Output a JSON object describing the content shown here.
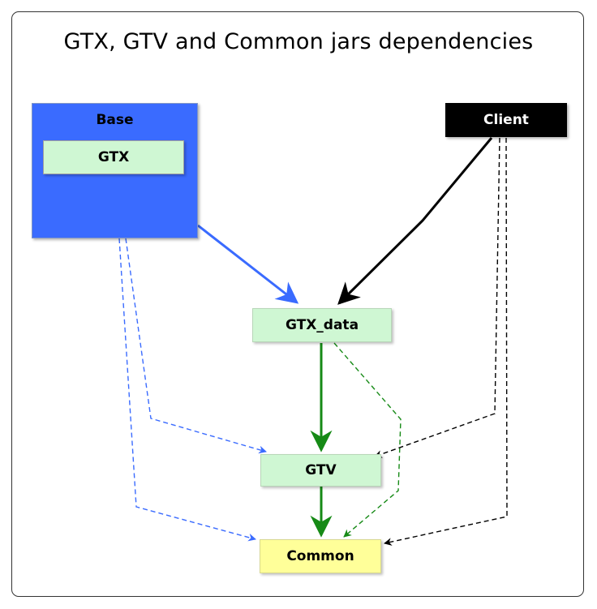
{
  "diagram": {
    "title": "GTX, GTV and Common jars dependencies",
    "colors": {
      "base_fill": "#3a6bff",
      "client_fill": "#000000",
      "component_fill": "#cff7d3",
      "common_fill": "#ffff99",
      "blue_edge": "#3a6bff",
      "black_edge": "#000000",
      "green_edge": "#168a16"
    },
    "nodes": {
      "base": {
        "label": "Base"
      },
      "gtx": {
        "label": "GTX"
      },
      "client": {
        "label": "Client"
      },
      "gtx_data": {
        "label": "GTX_data"
      },
      "gtv": {
        "label": "GTV"
      },
      "common": {
        "label": "Common"
      }
    },
    "edges": [
      {
        "from": "Base",
        "to": "GTX_data",
        "style": "solid",
        "color": "blue"
      },
      {
        "from": "Client",
        "to": "GTX_data",
        "style": "solid",
        "color": "black"
      },
      {
        "from": "GTX_data",
        "to": "GTV",
        "style": "solid",
        "color": "green"
      },
      {
        "from": "GTV",
        "to": "Common",
        "style": "solid",
        "color": "green"
      },
      {
        "from": "GTX_data",
        "to": "Common",
        "style": "dashed",
        "color": "green"
      },
      {
        "from": "Base",
        "to": "GTV",
        "style": "dashed",
        "color": "blue"
      },
      {
        "from": "Base",
        "to": "Common",
        "style": "dashed",
        "color": "blue"
      },
      {
        "from": "Client",
        "to": "GTV",
        "style": "dashed",
        "color": "black"
      },
      {
        "from": "Client",
        "to": "Common",
        "style": "dashed",
        "color": "black"
      }
    ]
  }
}
